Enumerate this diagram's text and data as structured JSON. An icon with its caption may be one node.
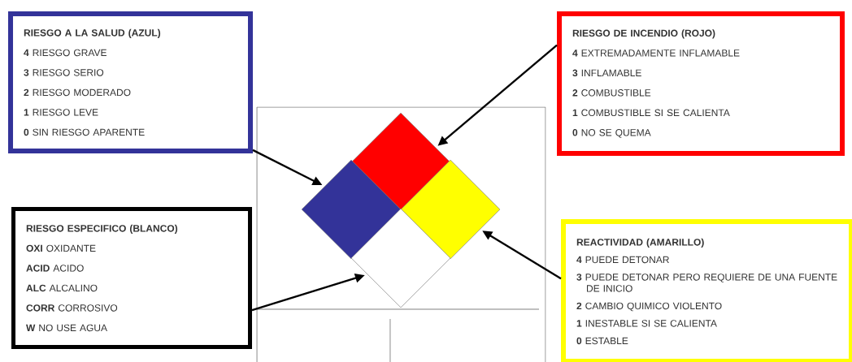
{
  "diagram": {
    "nodes": [
      {
        "text": [
          "RIESGO A LA SALUD (AZUL)",
          "**4** RIESGO GRAVE",
          "**3** RIESGO SERIO",
          "**2** RIESGO MODERADO",
          "**1** RIESGO LEVE",
          "**0** SIN RIESGO APARENTE"
        ]
      },
      {
        "text": [
          "RIESGO DE INCENDIO  (ROJO)",
          "**4** EXTREMADAMENTE INFLAMABLE",
          "**3** INFLAMABLE",
          "**2** COMBUSTIBLE",
          "**1** COMBUSTIBLE SI SE CALIENTA",
          "**0** NO SE QUEMA"
        ]
      },
      {
        "text": [],
        "shape": "diamond"
      },
      {
        "text": [],
        "shape": "diamond"
      },
      {
        "text": [],
        "shape": "diamond"
      },
      {
        "text": [],
        "shape": "diamond"
      },
      {
        "text": [
          "RIESGO ESPECIFICO (BLANCO)",
          "**OXI** OXIDANTE",
          "**ACID** ACIDO",
          "**ALC** ALCALINO",
          "**CORR** CORROSIVO",
          "**W** NO USE AGUA"
        ]
      },
      {
        "text": [
          "REACTIVIDAD (AMARILLO)",
          "**4** PUEDE DETONAR",
          "**3** PUEDE DETONAR PERO REQUIERE DE UNA FUENTE DE INICIO",
          "**2** CAMBIO QUIMICO VIOLENTO",
          "**1** INESTABLE SI SE CALIENTA",
          "**0** ESTABLE"
        ]
      }
    ],
    "edges": [
      {
        "from": 0,
        "to": 3,
        "arrow": "to"
      },
      {
        "from": 1,
        "to": 2,
        "arrow": "to"
      },
      {
        "from": 6,
        "to": 5,
        "arrow": "to"
      },
      {
        "from": 7,
        "to": 4,
        "arrow": "to"
      }
    ]
  }
}
